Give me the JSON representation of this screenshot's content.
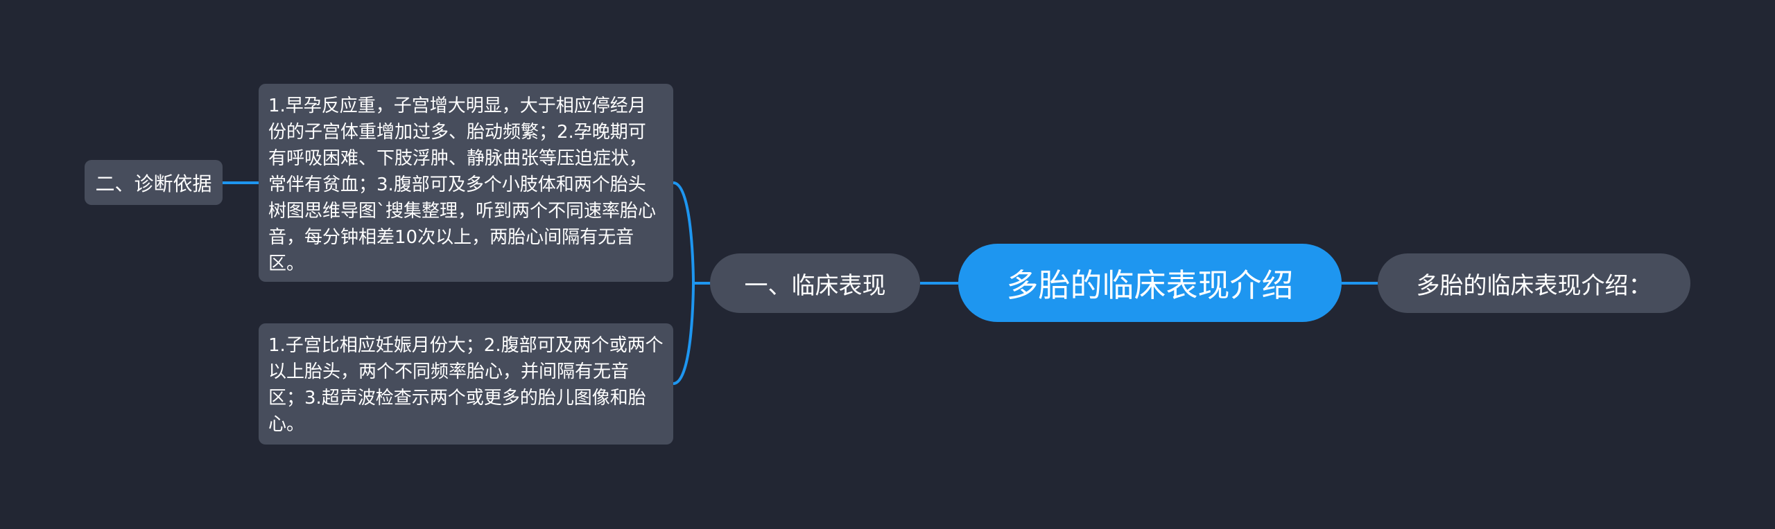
{
  "mindmap": {
    "root": {
      "label": "多胎的临床表现介绍",
      "color": "#1e96f0"
    },
    "right_branch": {
      "label": "多胎的临床表现介绍："
    },
    "left_branch": {
      "label": "一、临床表现",
      "children": [
        {
          "text": "1.早孕反应重，子宫增大明显，大于相应停经月份的子宫体重增加过多、胎动频繁；2.孕晚期可有呼吸困难、下肢浮肿、静脉曲张等压迫症状，常伴有贫血；3.腹部可及多个小肢体和两个胎头树图思维导图`搜集整理，听到两个不同速率胎心音，每分钟相差10次以上，两胎心间隔有无音区。",
          "tag": "二、诊断依据"
        },
        {
          "text": "1.子宫比相应妊娠月份大；2.腹部可及两个或两个以上胎头，两个不同频率胎心，并间隔有无音区；3.超声波检查示两个或更多的胎儿图像和胎心。"
        }
      ]
    },
    "colors": {
      "background": "#222633",
      "node": "#474d5c",
      "connector": "#1e96f0",
      "text": "#ffffff"
    }
  }
}
